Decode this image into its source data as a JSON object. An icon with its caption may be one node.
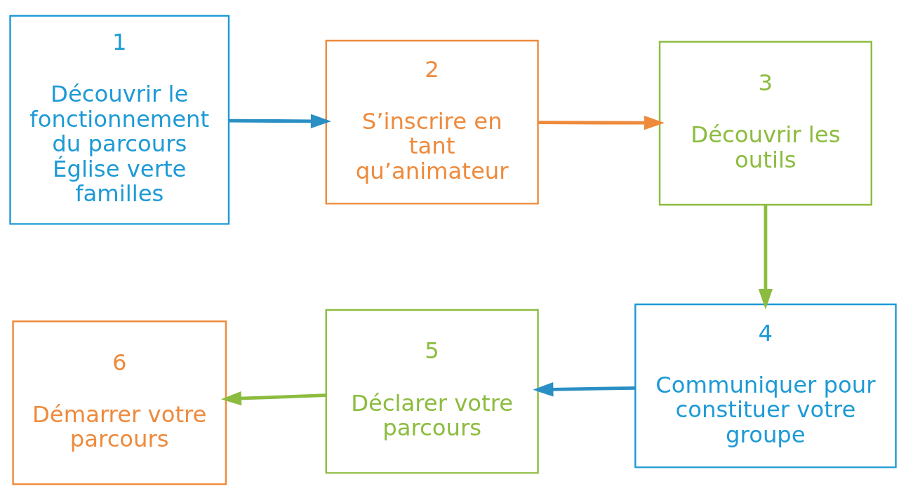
{
  "diagram": {
    "nodes": [
      {
        "text": [
          "1",
          "Découvrir le fonctionnement du parcours Église verte familles"
        ]
      },
      {
        "text": [
          "2",
          "S’inscrire en tant qu’animateur"
        ]
      },
      {
        "text": [
          "3",
          "Découvrir les outils"
        ]
      },
      {
        "text": [
          "4",
          "Communiquer pour constituer votre groupe"
        ]
      },
      {
        "text": [
          "5",
          "Déclarer votre parcours"
        ]
      },
      {
        "text": [
          "6",
          "Démarrer votre parcours"
        ]
      }
    ],
    "edges": [
      {
        "from": 0,
        "to": 1,
        "arrow": "to",
        "color": "#2a8fc4"
      },
      {
        "from": 1,
        "to": 2,
        "arrow": "to",
        "color": "#ee8a3c"
      },
      {
        "from": 2,
        "to": 3,
        "arrow": "to",
        "color": "#8cbc3f"
      },
      {
        "from": 3,
        "to": 4,
        "arrow": "to",
        "color": "#2a8fc4"
      },
      {
        "from": 4,
        "to": 5,
        "arrow": "to",
        "color": "#8cbc3f"
      }
    ]
  }
}
